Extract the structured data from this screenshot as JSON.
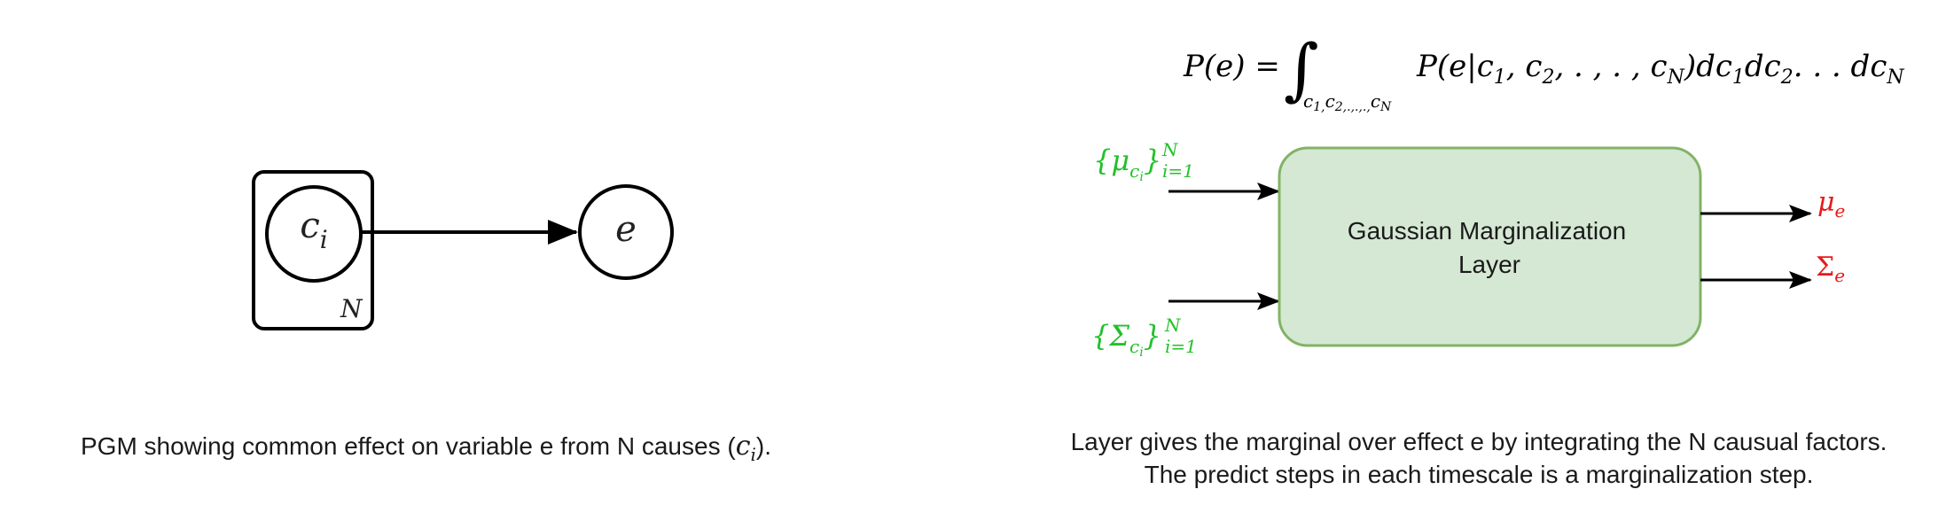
{
  "left_panel": {
    "cause_node_label": "c",
    "cause_node_subscript": "i",
    "plate_label": "N",
    "effect_node_label": "e",
    "caption_text": "PGM showing common effect on variable e from N causes (",
    "caption_math": "c",
    "caption_math_sub": "i",
    "caption_end": ")."
  },
  "right_panel": {
    "equation": {
      "lhs": "P(e) = ",
      "integral": "∫",
      "integral_sub": "c",
      "integral_sub_rest": "1,",
      "integral_sub_tail": "c",
      "integral_sub_tail2": "2,.,.,.,",
      "integral_sub_end": "c",
      "integral_sub_end_n": "N",
      "integrand": "P(e|c",
      "integrand_mid": "1",
      "integrand_c2": ", c",
      "integrand_2": "2",
      "integrand_dots": ", . , . , c",
      "integrand_N": "N",
      "integrand_close": ")dc",
      "d1": "1",
      "dc2": "dc",
      "d2": "2",
      "dots": ". . . dc",
      "dN": "N"
    },
    "input_mu": {
      "open": "{μ",
      "sub_c": "c",
      "sub_i": "i",
      "close": "}",
      "sup": "N",
      "sub_range": "i=1"
    },
    "input_sigma": {
      "open": "{Σ",
      "sub_c": "c",
      "sub_i": "i",
      "close": "}",
      "sup": "N",
      "sub_range": "i=1"
    },
    "layer_label_line1": "Gaussian Marginalization",
    "layer_label_line2": "Layer",
    "output_mu": "μ",
    "output_mu_sub": "e",
    "output_sigma": "Σ",
    "output_sigma_sub": "e",
    "caption_line1": "Layer gives the marginal over effect e by integrating the N causual factors.",
    "caption_line2": "The predict steps in each timescale is a marginalization step."
  },
  "colors": {
    "input_green": "#22c02a",
    "output_red": "#e8191a",
    "box_fill": "#d5e8d4",
    "box_stroke": "#82b366",
    "line": "#000000"
  }
}
